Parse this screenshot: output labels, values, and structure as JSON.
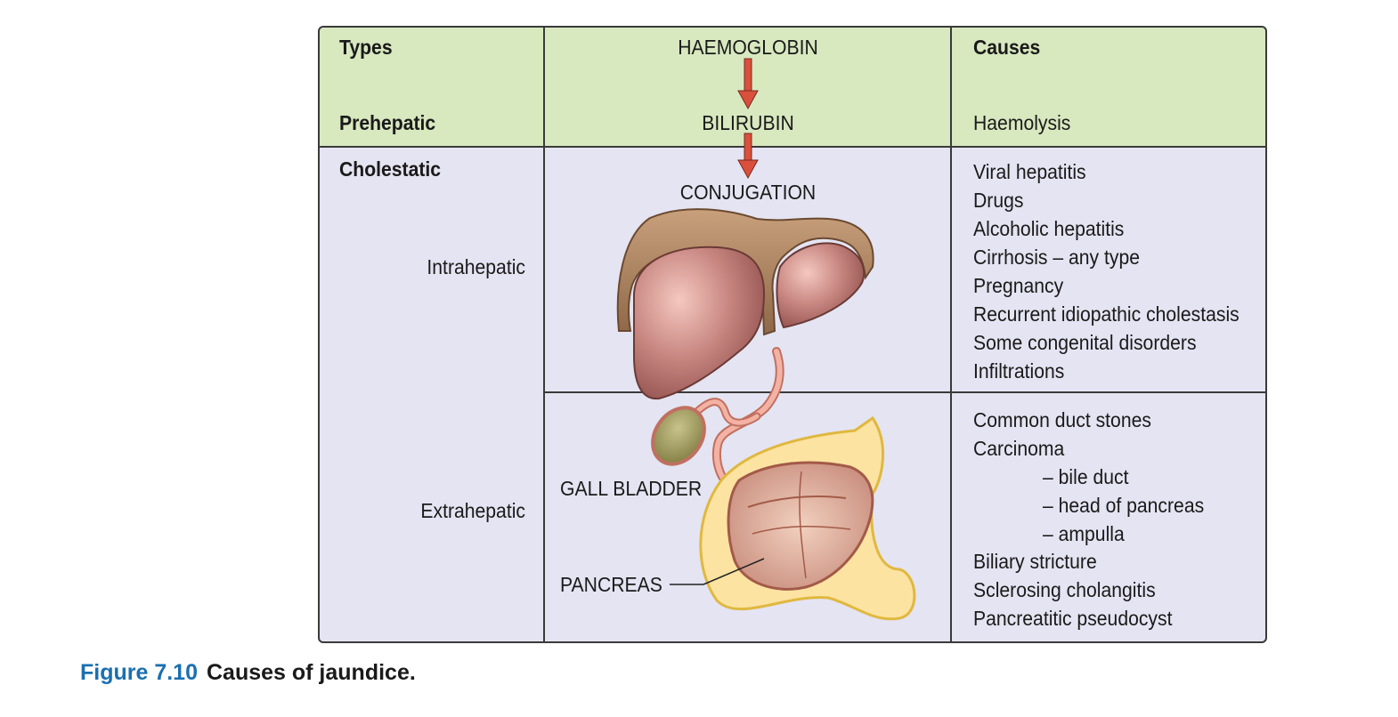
{
  "header": {
    "types_label": "Types",
    "haemoglobin": "HAEMOGLOBIN",
    "causes_label": "Causes"
  },
  "prehepatic": {
    "type_label": "Prehepatic",
    "pathway": "BILIRUBIN",
    "causes": [
      "Haemolysis"
    ]
  },
  "cholestatic": {
    "type_label": "Cholestatic",
    "conjugation": "CONJUGATION",
    "intrahepatic": {
      "label": "Intrahepatic",
      "causes": [
        "Viral hepatitis",
        "Drugs",
        "Alcoholic hepatitis",
        "Cirrhosis – any type",
        "Pregnancy",
        "Recurrent idiopathic cholestasis",
        "Some congenital disorders",
        "Infiltrations"
      ]
    },
    "extrahepatic": {
      "label": "Extrahepatic",
      "causes_top": [
        "Common duct stones",
        "Carcinoma"
      ],
      "carcinoma_sub": [
        "– bile duct",
        "– head of pancreas",
        "– ampulla"
      ],
      "causes_bottom": [
        "Biliary stricture",
        "Sclerosing cholangitis",
        "Pancreatitic pseudocyst"
      ]
    }
  },
  "anatomy_labels": {
    "gall_bladder": "GALL BLADDER",
    "pancreas": "PANCREAS"
  },
  "caption": {
    "number": "Figure 7.10",
    "text": "Causes of jaundice."
  },
  "colors": {
    "header_green": "#d8e8bf",
    "body_lavender": "#e4e4f2",
    "arrow_red": "#d9503c",
    "caption_blue": "#1a6fb0"
  }
}
